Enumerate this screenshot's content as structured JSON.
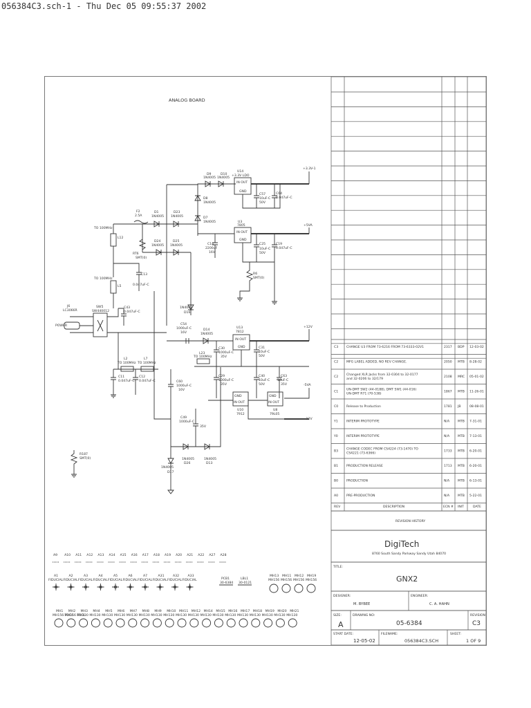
{
  "header": {
    "text": "056384C3.sch-1 - Thu Dec 05 09:55:37 2002"
  },
  "schematic": {
    "title": "ANALOG BOARD",
    "rails": [
      "+3.3V-1",
      "+5VA",
      "+12V",
      "-5VA",
      "-12V"
    ],
    "parts": {
      "d9": "D9",
      "d9v": "1N4005",
      "d10": "D10",
      "d10v": "1N4005",
      "u14": "U14",
      "u14v": "+3.3V LDO",
      "d8": "D8",
      "d8v": "1N4005",
      "d7": "D7",
      "d7v": "1N4005",
      "c57": "C57",
      "c57v": "10uF-C",
      "c57v2": "50V",
      "c64": "C64",
      "c64v": "0.047uF-C",
      "f2": "F2",
      "f2v": "2.5A",
      "d1": "D1",
      "d1v": "1N4005",
      "d23": "D23",
      "d23v": "1N4005",
      "u3": "U3",
      "u3v": "7805",
      "to100a": "TO 100MHz",
      "l12": "L12",
      "d24": "D24",
      "d24v": "1N4005",
      "d25": "D25",
      "d25v": "1N4005",
      "c14": "C14",
      "c14v": "2200uF",
      "c14v2": "16V",
      "c25": "C25",
      "c25v": "10uF-C",
      "c25v2": "50V",
      "c19": "C19",
      "c19v": "0.047uF-C",
      "rt6": "RT6",
      "rt6v": "SMT(0)",
      "to100b": "TO 100MHz",
      "l5": "L5",
      "c13": "C13",
      "c13v": "0.047uF-C",
      "r6": "R6",
      "r6v": "SMT(0)",
      "d16v": "1N4005",
      "d16": "D16",
      "j6": "J6",
      "j6v": "LC3066R",
      "sw5": "SW5",
      "sw5v": "SW440012",
      "c43": "C43",
      "c43v": "0.047uF-C",
      "power": "POWER",
      "c54": "C54",
      "c54v": "1000uF-C",
      "c54v2": "16V",
      "d14": "D14",
      "d14v": "1N4005",
      "u13": "U13",
      "u13v": "7812",
      "c30": "C30",
      "c30v": "1000uF-C",
      "c30v2": "35V",
      "c31": "C31",
      "c31v": "10uF-C",
      "c31v2": "50V",
      "l2": "L2",
      "l2v": "TO 100MHz",
      "l7": "L7",
      "l7v": "TO 100MHz",
      "l23": "L23",
      "l23v": "TO 100MHz",
      "c11": "C11",
      "c11v": "0.047uF-C",
      "c12": "C12",
      "c12v": "0.047uF-C",
      "c29": "C29",
      "c29v": "1000uF-C",
      "c29v2": "35V",
      "c40": "C40",
      "c40v": "10uF-C",
      "c40v2": "50V",
      "c63": "C63",
      "c63v": "10uF-C",
      "c63v2": "35V",
      "c60": "C60",
      "c60v": "1000uF-C",
      "c60v2": "16V",
      "u10": "U10",
      "u10v": "7912",
      "u8": "U8",
      "u8v": "79L05",
      "c49": "C49",
      "c49v": "1000uF-C",
      "c49v2": "35V",
      "d26": "D26",
      "d26v": "1N4005",
      "d13": "D13",
      "d13v": "1N4005",
      "r187": "R187",
      "r187v": "SMT(0)",
      "d17v": "1N4005",
      "d17": "D17"
    },
    "fiducials_top": [
      "A9",
      "A10",
      "A11",
      "A12",
      "A13",
      "A14",
      "A15",
      "A16",
      "A17",
      "A18",
      "A19",
      "A20",
      "A21",
      "A22",
      "A27",
      "A28"
    ],
    "fiducials": [
      "A1",
      "A2",
      "A3",
      "A4",
      "A5",
      "A6",
      "A7",
      "A31",
      "A32",
      "A33"
    ],
    "fiducial_label": "FIDUCIAL",
    "pcb": {
      "ref": "PCB1",
      "value": "30-6384"
    },
    "label": {
      "ref": "LBL1",
      "value": "30-0121"
    },
    "holes_right": [
      {
        "ref": "MH13",
        "value": "MH156"
      },
      {
        "ref": "MH11",
        "value": "MH156"
      },
      {
        "ref": "MH12",
        "value": "MH156"
      },
      {
        "ref": "MH19",
        "value": "MH156"
      }
    ],
    "holes_bottom": [
      {
        "ref": "MH1",
        "value": "MH156-TOOL"
      },
      {
        "ref": "MH2",
        "value": "MH156-TOOL"
      },
      {
        "ref": "MH3",
        "value": "MH130"
      },
      {
        "ref": "MH4",
        "value": "MH130"
      },
      {
        "ref": "MH5",
        "value": "MH130"
      },
      {
        "ref": "MH6",
        "value": "MH130"
      },
      {
        "ref": "MH7",
        "value": "MH130"
      },
      {
        "ref": "MH8",
        "value": "MH130"
      },
      {
        "ref": "MH9",
        "value": "MH130"
      },
      {
        "ref": "MH10",
        "value": "MH130"
      },
      {
        "ref": "MH11",
        "value": "MH130"
      },
      {
        "ref": "MH12",
        "value": "MH130"
      },
      {
        "ref": "MH14",
        "value": "MH130"
      },
      {
        "ref": "MH15",
        "value": "MH130"
      },
      {
        "ref": "MH16",
        "value": "MH130"
      },
      {
        "ref": "MH17",
        "value": "MH130"
      },
      {
        "ref": "MH18",
        "value": "MH130"
      },
      {
        "ref": "MH19",
        "value": "MH130"
      },
      {
        "ref": "MH20",
        "value": "MH130"
      },
      {
        "ref": "MH21",
        "value": "MH130"
      }
    ]
  },
  "revisions": [
    {
      "rev": "C3",
      "desc": "CHANGE U3 FROM 73-6216 FROM 73-6333-02V1",
      "ecn": "2317",
      "by": "BDP",
      "date": "12-03-02"
    },
    {
      "rev": "C2",
      "desc": "MFG LABEL ADDED, NO REV CHANGE.",
      "ecn": "2050",
      "by": "MTB",
      "date": "8-28-02"
    },
    {
      "rev": "C2",
      "desc": "Changed XLR Jacks from 32-0304 to 32-0177 and 32-0206 to 32/179",
      "ecn": "2108",
      "by": "MRC",
      "date": "05-01-02"
    },
    {
      "rev": "C1",
      "desc": "UN-DMT SW2 (44-0188), DMT SW1 (44-016) UN-DMT R71 (70-538)",
      "ecn": "1867",
      "by": "MTB",
      "date": "11-26-01"
    },
    {
      "rev": "C0",
      "desc": "Release to Production",
      "ecn": "1781",
      "by": "JB",
      "date": "08-08-01"
    },
    {
      "rev": "Y1",
      "desc": "INTERIM PROTOTYPE",
      "ecn": "N/A",
      "by": "MTB",
      "date": "7-31-01"
    },
    {
      "rev": "Y0",
      "desc": "INTERIM PROTOTYPE",
      "ecn": "N/A",
      "by": "MTB",
      "date": "7-13-01"
    },
    {
      "rev": "B3",
      "desc": "CHANGE CODEC FROM CS4224 (73-1470) TO CS4221 (73-6366)",
      "ecn": "1733",
      "by": "MTB",
      "date": "6-20-01"
    },
    {
      "rev": "B1",
      "desc": "PRODUCTION RELEASE",
      "ecn": "1713",
      "by": "MTB",
      "date": "6-20-01"
    },
    {
      "rev": "B0",
      "desc": "PRODUCTION",
      "ecn": "N/A",
      "by": "MTB",
      "date": "6-13-01"
    },
    {
      "rev": "A0",
      "desc": "PRE-PRODUCTION",
      "ecn": "N/A",
      "by": "MTB",
      "date": "5-22-01"
    }
  ],
  "revision_headers": {
    "rev": "REV",
    "desc": "DESCRIPTION",
    "ecn": "ECN #",
    "by": "INIT",
    "date": "DATE"
  },
  "revision_title": "REVISION HISTORY",
  "company": {
    "name": "DigiTech",
    "address": "8760 South Sandy Parkway  Sandy  Utah  84070"
  },
  "title_block": {
    "title_label": "TITLE:",
    "title": "GNX2",
    "designer_label": "DESIGNER:",
    "designer": "M. BYBEE",
    "engineer_label": "ENGINEER:",
    "engineer": "C. A. HAHN",
    "size_label": "SIZE:",
    "size": "A",
    "drawing_label": "DRAWING NO:",
    "drawing": "05-6384",
    "revision_label": "REVISION",
    "revision": "C3",
    "start_label": "START DATE:",
    "start": "12-05-02",
    "filename_label": "FILENAME:",
    "filename": "056384C3.SCH",
    "sheet_label": "SHEET:",
    "sheet": "1 OF 9"
  }
}
